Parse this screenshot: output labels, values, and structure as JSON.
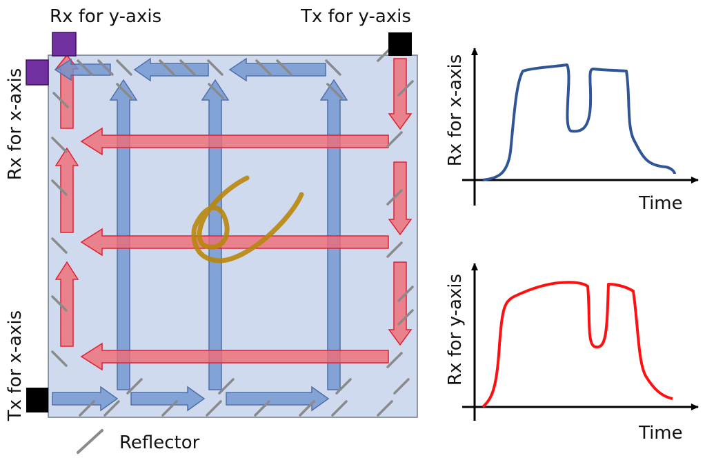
{
  "labels": {
    "rx_y": "Rx for y-axis",
    "tx_y": "Tx for y-axis",
    "rx_x": "Rx for x-axis",
    "tx_x": "Tx for x-axis",
    "reflector": "Reflector"
  },
  "charts": {
    "top": {
      "ylabel": "Rx for x-axis",
      "xlabel": "Time"
    },
    "bottom": {
      "ylabel": "Rx for y-axis",
      "xlabel": "Time"
    }
  },
  "colors": {
    "panel_fill": "#cfdaee",
    "panel_stroke": "#6b7a90",
    "blue_arrow": "#6f93cf",
    "blue_arrow_stroke": "#4f6fa8",
    "red_arrow": "#f06b75",
    "red_arrow_stroke": "#e02030",
    "reflector": "#8a8a8a",
    "rx_block": "#7030a0",
    "tx_block": "#000000",
    "stroke_touch": "#b8860b",
    "trace_top": "#2f5597",
    "trace_bottom": "#ff1010"
  }
}
